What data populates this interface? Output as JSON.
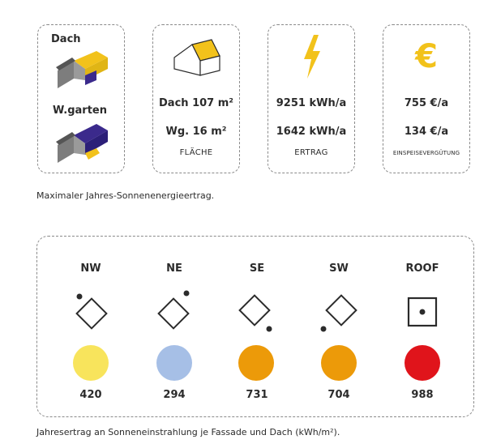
{
  "cards": {
    "roof_selection": {
      "label_roof": "Dach",
      "label_garden": "W.garten"
    },
    "area": {
      "roof": "Dach 107 m²",
      "garden": "Wg. 16 m²",
      "caption": "FLÄCHE"
    },
    "yield": {
      "roof": "9251 kWh/a",
      "garden": "1642 kWh/a",
      "caption": "ERTRAG"
    },
    "feed_in": {
      "roof": "755 €/a",
      "garden": "134 €/a",
      "caption": "EINSPEISEVERGÜTUNG"
    }
  },
  "summary_caption": "Maximaler Jahres-Sonnenenergieertrag.",
  "orientations": [
    {
      "label": "NW",
      "value": "420",
      "color": "#f8e45c"
    },
    {
      "label": "NE",
      "value": "294",
      "color": "#a6bfe6"
    },
    {
      "label": "SE",
      "value": "731",
      "color": "#ec9a09"
    },
    {
      "label": "SW",
      "value": "704",
      "color": "#ec9a09"
    },
    {
      "label": "ROOF",
      "value": "988",
      "color": "#e0141b"
    }
  ],
  "panel_caption": "Jahresertrag an Sonneneinstrahlung je Fassade und Dach (kWh/m²).",
  "icons": {
    "roof_image": "roof-3d-icon",
    "garden_image": "garden-3d-icon",
    "house": "house-icon",
    "bolt": "lightning-icon",
    "euro": "euro-icon"
  },
  "accent": "#f2c21b"
}
